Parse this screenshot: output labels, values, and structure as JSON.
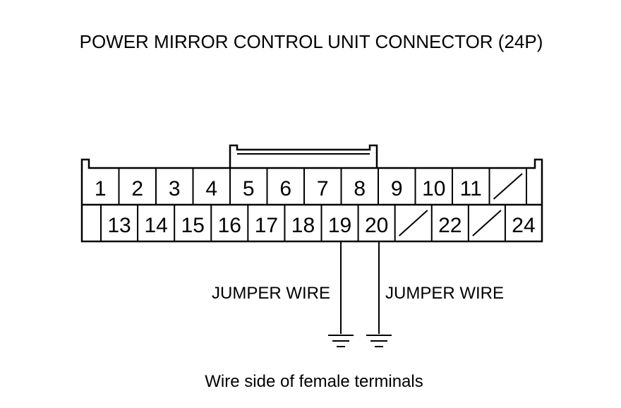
{
  "diagram": {
    "title": "POWER MIRROR CONTROL UNIT CONNECTOR (24P)",
    "caption": "Wire side of female terminals",
    "jumper_left": "JUMPER WIRE",
    "jumper_right": "JUMPER WIRE",
    "top_row": [
      "1",
      "2",
      "3",
      "4",
      "5",
      "6",
      "7",
      "8",
      "9",
      "10",
      "11",
      "",
      ""
    ],
    "bottom_row": [
      "",
      "13",
      "14",
      "15",
      "16",
      "17",
      "18",
      "19",
      "20",
      "",
      "22",
      "",
      "24"
    ],
    "top_row_empty_with_slash": [
      11
    ],
    "bottom_row_empty_with_slash": [
      9,
      11
    ],
    "jumpered_terminals": [
      "19",
      "20"
    ],
    "line_color": "#000000"
  }
}
